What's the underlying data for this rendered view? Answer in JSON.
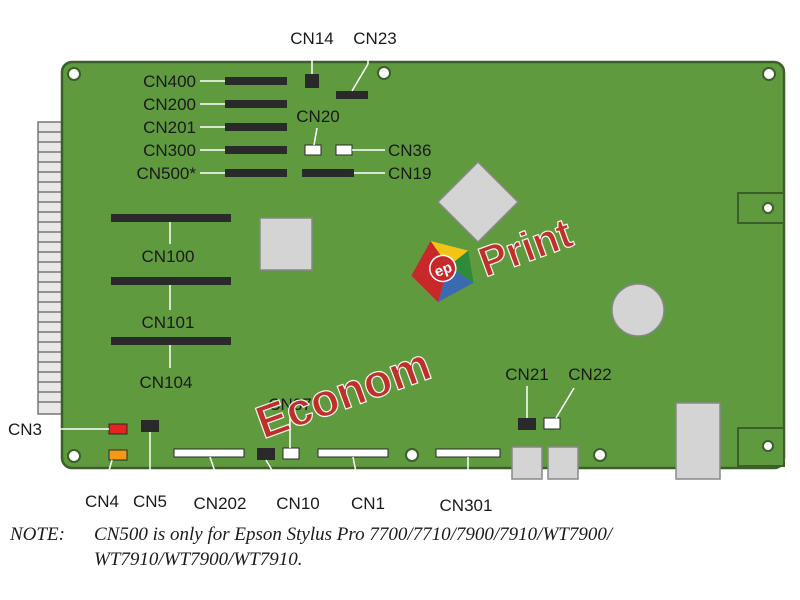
{
  "connectors": {
    "cn14": "CN14",
    "cn23": "CN23",
    "cn400": "CN400",
    "cn200": "CN200",
    "cn201": "CN201",
    "cn20": "CN20",
    "cn300": "CN300",
    "cn36": "CN36",
    "cn500": "CN500*",
    "cn19": "CN19",
    "cn100": "CN100",
    "cn101": "CN101",
    "cn104": "CN104",
    "cn21": "CN21",
    "cn22": "CN22",
    "cn37": "CN37",
    "cn3": "CN3",
    "cn4": "CN4",
    "cn5": "CN5",
    "cn202": "CN202",
    "cn10": "CN10",
    "cn1": "CN1",
    "cn301": "CN301"
  },
  "watermark": {
    "left": "Econom",
    "logo": "ep",
    "right": "Print"
  },
  "note": {
    "prefix": "NOTE:",
    "line1": "CN500 is only for Epson Stylus Pro 7700/7710/7900/7910/WT7900/",
    "line2": "WT7910/WT7900/WT7910."
  },
  "colors": {
    "board": "#5f9a3e",
    "board_border": "#3c5e2a",
    "connector": "#2a2a2a",
    "white_connector": "#ffffff",
    "chip": "#d4d4d4",
    "cn3_red": "#e8231c",
    "cn4_orange": "#f29a16",
    "watermark_red": "#c8282a",
    "logo_yellow": "#f2c416",
    "logo_green": "#2e8b3a",
    "logo_blue": "#3a6ab0"
  }
}
